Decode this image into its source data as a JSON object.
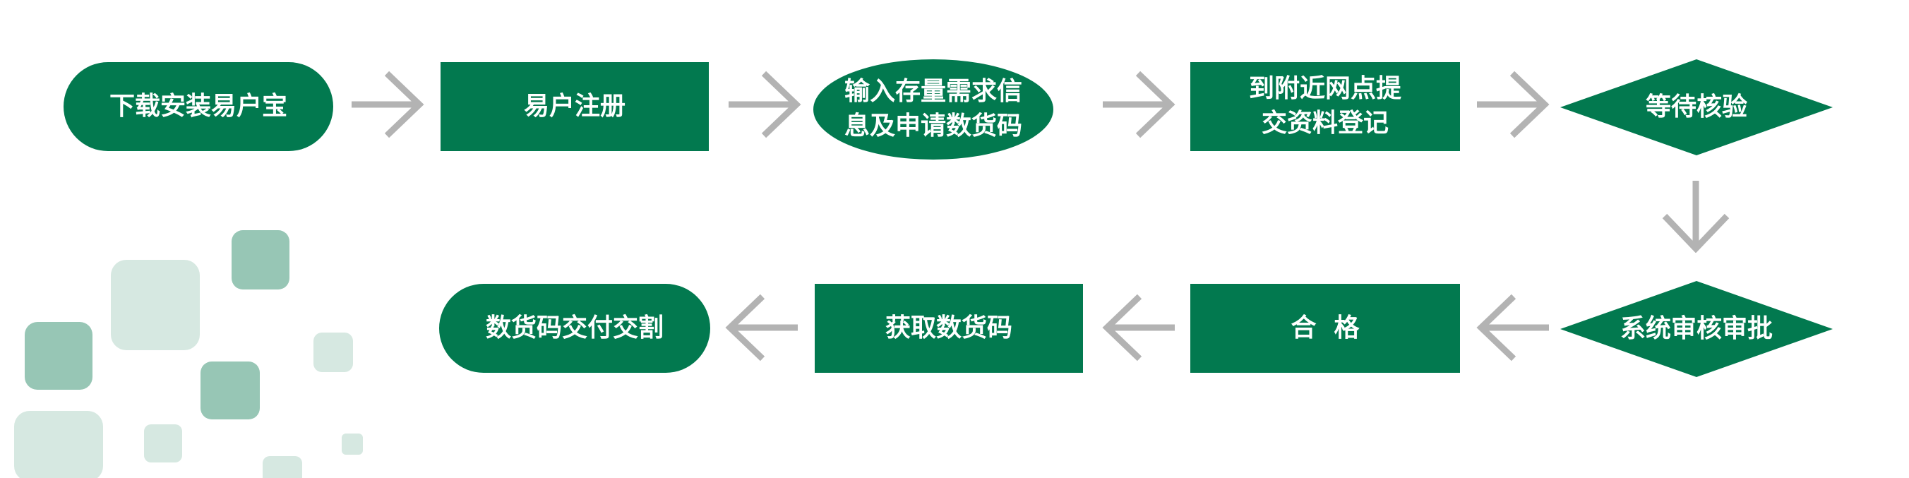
{
  "steps": {
    "s1": "下载安装易户宝",
    "s2": "易户注册",
    "s3": "输入存量需求信\n息及申请数货码",
    "s4": "到附近网点提\n交资料登记",
    "s5": "等待核验",
    "s6": "系统审核审批",
    "s7": "合  格",
    "s8": "获取数货码",
    "s9": "数货码交付交割"
  },
  "colors": {
    "primary_green": "#02794f",
    "arrow_gray": "#b3b3b3",
    "deco_light": "#d6e8e1",
    "deco_mid": "#97c6b5"
  }
}
